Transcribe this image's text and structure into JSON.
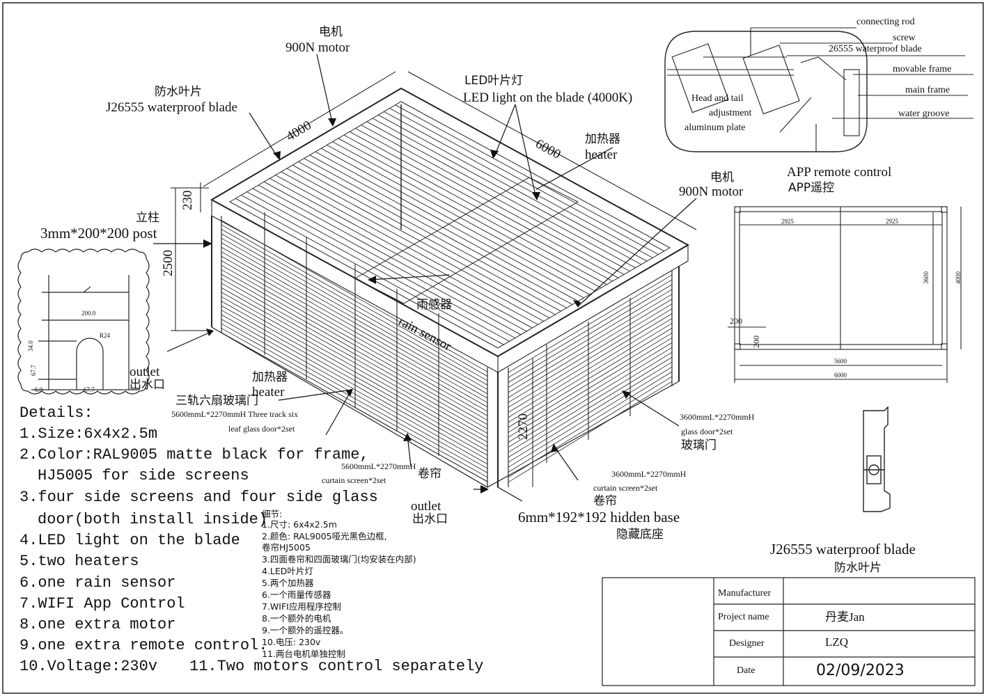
{
  "labels": {
    "motor1_cn": "电机",
    "motor1_en": "900N motor",
    "blade_cn": "防水叶片",
    "blade_en": "J26555 waterproof blade",
    "led_cn": "LED叶片灯",
    "led_en": "LED light on the blade (4000K)",
    "heater1_cn": "加热器",
    "heater1_en": "heater",
    "motor2_cn": "电机",
    "motor2_en": "900N motor",
    "post_cn": "立柱",
    "post_en": "3mm*200*200 post",
    "rain_cn": "雨感器",
    "rain_en": "rain sensor",
    "outlet1_en": "outlet",
    "outlet1_cn": "出水口",
    "heater2_cn": "加热器",
    "heater2_en": "heater",
    "glassdoor3_cn": "三轨六扇玻璃门",
    "glassdoor3_en1": "5600mmL*2270mmH Three track six",
    "glassdoor3_en2": "leaf glass door*2set",
    "curtain1_en1": "5600mmL*2270mmH",
    "curtain1_en2": "curtain screen*2set",
    "curtain1_cn": "卷帘",
    "outlet2_en": "outlet",
    "outlet2_cn": "出水口",
    "base_en": "6mm*192*192 hidden base",
    "base_cn": "隐藏底座",
    "glassdoor_en1": "3600mmL*2270mmH",
    "glassdoor_en2": "glass door*2set",
    "glassdoor_cn": "玻璃门",
    "curtain2_en1": "3600mmL*2270mmH",
    "curtain2_en2": "curtain screen*2set",
    "curtain2_cn": "卷帘",
    "app_en": "APP remote control",
    "app_cn": "APP遥控",
    "profile_en": "J26555 waterproof blade",
    "profile_cn": "防水叶片"
  },
  "dimensions": {
    "d4000": "4000",
    "d6000": "6000",
    "d230": "230",
    "d2500": "2500",
    "d2270": "2270"
  },
  "detail_callouts": {
    "connecting_rod": "connecting rod",
    "screw": "screw",
    "waterproof_blade": "26555 waterproof blade",
    "movable_frame": "movable frame",
    "main_frame": "main frame",
    "water_groove": "water groove",
    "head_tail_1": "Head and tail",
    "head_tail_2": "adjustment",
    "head_tail_3": "aluminum plate"
  },
  "post_detail": {
    "w200": "200.0",
    "r24": "R24",
    "h34": "34.0",
    "h67": "67.7",
    "w6": "6.0",
    "w67": "67.7"
  },
  "plan": {
    "a2925": "2925",
    "b2925": "2925",
    "h3600": "3600",
    "h4000": "4000",
    "l200": "200",
    "l200b": "200",
    "w5600": "5600",
    "w6000": "6000"
  },
  "details_en": {
    "title": "Details:",
    "l1": "1.Size:6x4x2.5m",
    "l2a": "2.Color:RAL9005 matte black for frame,",
    "l2b": "HJ5005 for side screens",
    "l3a": "3.four side screens and four side glass",
    "l3b": "door(both install inside)",
    "l4": "4.LED light on the blade",
    "l5": "5.two heaters",
    "l6": "6.one rain sensor",
    "l7": "7.WIFI App Control",
    "l8": "8.one extra motor",
    "l9": "9.one extra remote control.",
    "l10": "10.Voltage:230v",
    "l11": "11.Two motors control separately"
  },
  "details_cn": {
    "title": "细节:",
    "l1": "1.尺寸: 6x4x2.5m",
    "l2a": "2.颜色: RAL9005哑光黑色边框,",
    "l2b": "卷帘HJ5005",
    "l3": "3.四面卷帘和四面玻璃门(均安装在内部)",
    "l4": "4.LED叶片灯",
    "l5": "5.两个加热器",
    "l6": "6.一个雨量传感器",
    "l7": "7.WIFI应用程序控制",
    "l8": "8.一个额外的电机",
    "l9": "9.一个额外的遥控器。",
    "l10": "10.电压: 230v",
    "l11": "11.两台电机单独控制"
  },
  "title_block": {
    "manufacturer_label": "Manufacturer",
    "manufacturer_value": "",
    "project_label": "Project name",
    "project_value": "丹麦Jan",
    "designer_label": "Designer",
    "designer_value": "LZQ",
    "date_label": "Date",
    "date_value": "02/09/2023"
  }
}
